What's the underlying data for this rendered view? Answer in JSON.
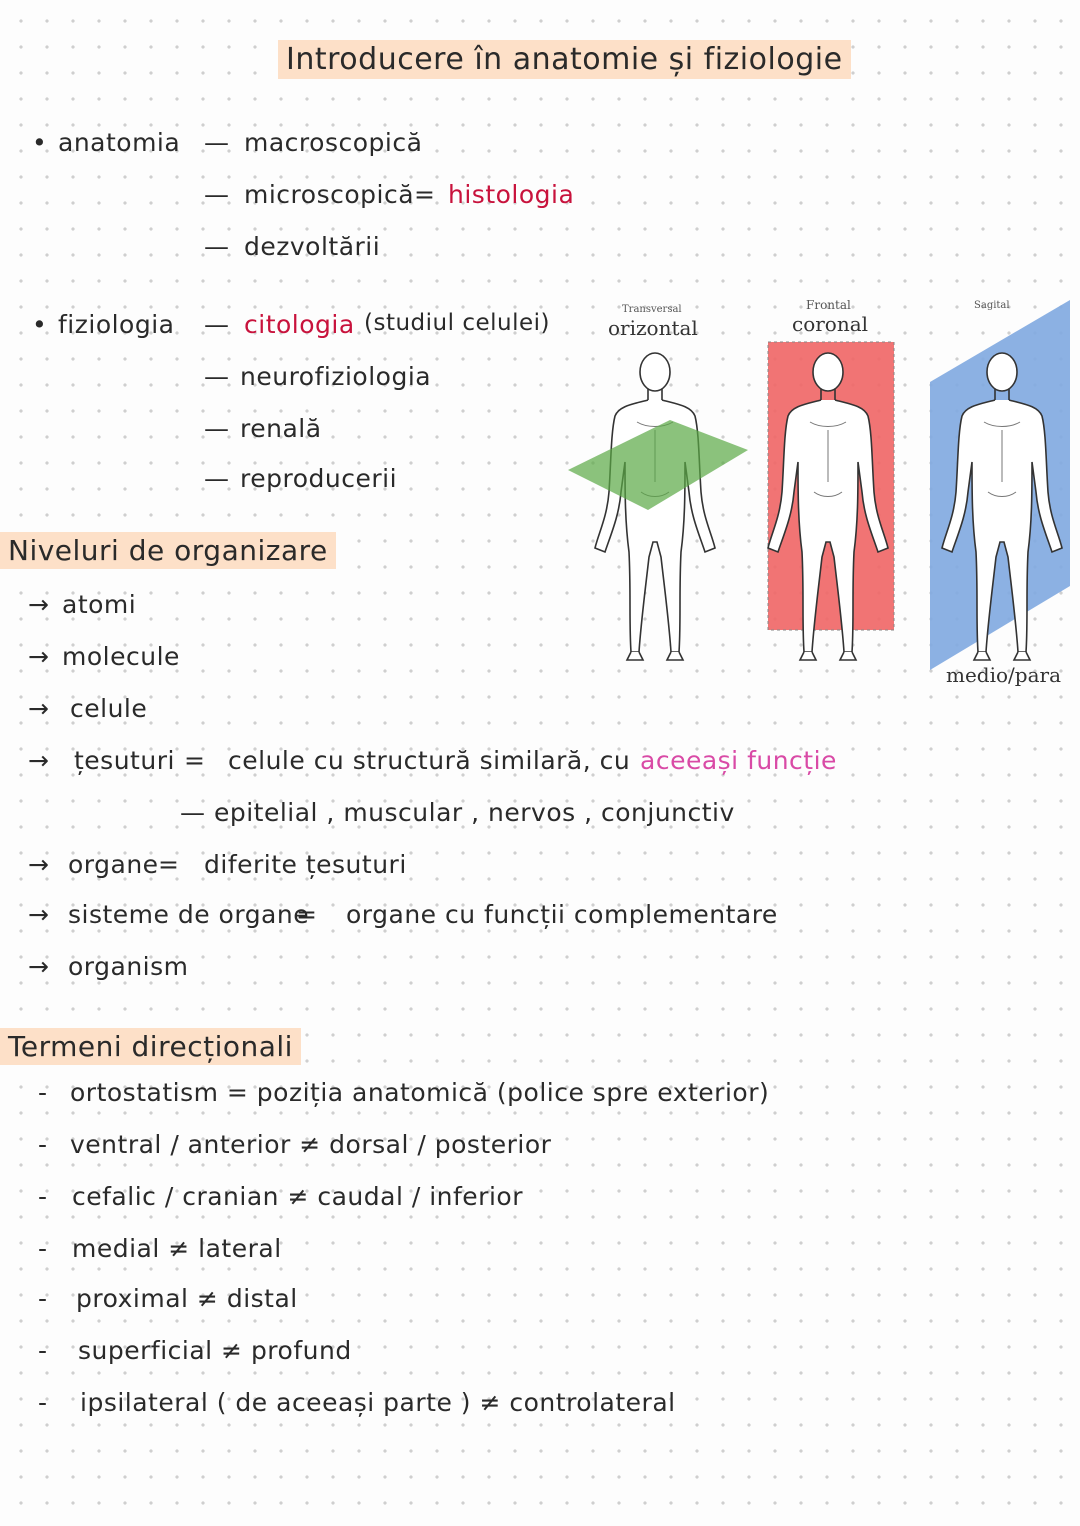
{
  "title": "Introducere în anatomie și fiziologie",
  "anatomia": {
    "bullet": "•",
    "label": "anatomia",
    "items": [
      {
        "dash": "—",
        "text": "macroscopică"
      },
      {
        "dash": "—",
        "text": "microscopică",
        "eq": "=",
        "extra": "histologia"
      },
      {
        "dash": "—",
        "text": "dezvoltării"
      }
    ]
  },
  "fiziologia": {
    "bullet": "•",
    "label": "fiziologia",
    "items": [
      {
        "dash": "—",
        "text": "citologia",
        "extra": "(studiul celulei)"
      },
      {
        "dash": "—",
        "text": "neurofiziologia"
      },
      {
        "dash": "—",
        "text": "renală"
      },
      {
        "dash": "—",
        "text": "reproducerii"
      }
    ]
  },
  "planes": {
    "transversal": {
      "small": "Transversal",
      "big": "orizontal",
      "color": "#5aa845"
    },
    "frontal": {
      "small": "Frontal",
      "big": "coronal",
      "color": "#f06565"
    },
    "sagital": {
      "small": "Sagital",
      "big": "medio/para",
      "color": "#7fa8e0"
    }
  },
  "niveluri": {
    "heading": "Niveluri de organizare",
    "arrow": "→",
    "items": [
      {
        "text": "atomi"
      },
      {
        "text": "molecule"
      },
      {
        "text": "celule"
      },
      {
        "text": "țesuturi",
        "eq": "=",
        "def": "celule cu structură similară, cu",
        "highlight": "aceeași funcție"
      },
      {
        "sub": "— epitelial , muscular , nervos , conjunctiv"
      },
      {
        "text": "organe",
        "eq": "=",
        "def": "diferite țesuturi"
      },
      {
        "text": "sisteme de organe",
        "eq": "=",
        "def": "organe cu funcții complementare"
      },
      {
        "text": "organism"
      }
    ]
  },
  "termeni": {
    "heading": "Termeni direcționali",
    "dash": "-",
    "items": [
      "ortostatism = poziția anatomică (police spre exterior)",
      "ventral / anterior ≠ dorsal / posterior",
      "cefalic / cranian ≠ caudal / inferior",
      "medial ≠ lateral",
      "proximal ≠ distal",
      "superficial ≠ profund",
      "ipsilateral ( de aceeași parte ) ≠ controlateral"
    ]
  }
}
